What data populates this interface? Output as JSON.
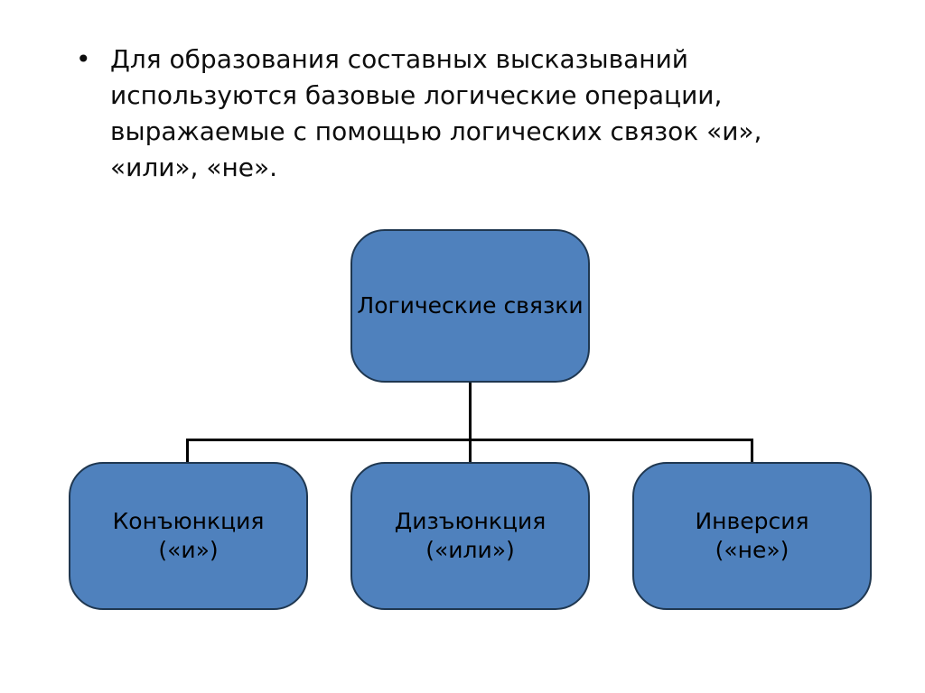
{
  "slide": {
    "background": "#ffffff"
  },
  "bullet": {
    "marker": "•",
    "lines": [
      "Для образования составных высказываний",
      "используются базовые логические операции,",
      "выражаемые с помощью логических связок «и»,",
      "«или», «не»."
    ]
  },
  "diagram": {
    "root": {
      "label": "Логические связки"
    },
    "children": [
      {
        "label": "Конъюнкция",
        "sublabel": "(«и»)"
      },
      {
        "label": "Дизъюнкция",
        "sublabel": "(«или»)"
      },
      {
        "label": "Инверсия",
        "sublabel": "(«не»)"
      }
    ],
    "colors": {
      "box_fill": "#4f81bd",
      "box_border": "#1f3750",
      "connector": "#000000",
      "text": "#000000"
    }
  }
}
